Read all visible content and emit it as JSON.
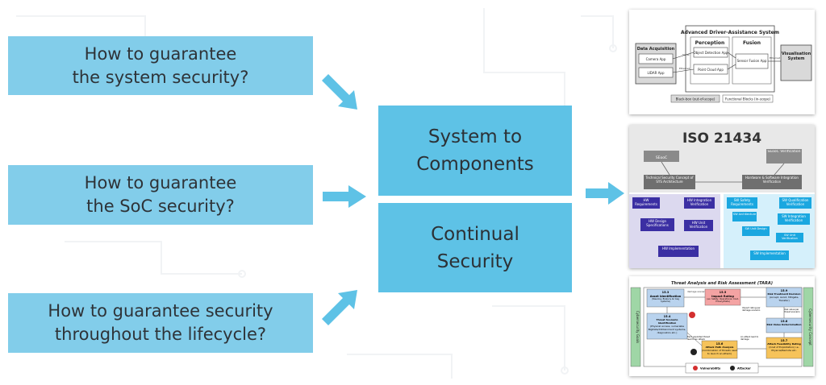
{
  "questions": [
    {
      "line1": "How to guarantee",
      "line2": "the system security?"
    },
    {
      "line1": "How to guarantee",
      "line2": "the SoC security?"
    },
    {
      "line1": "How to guarantee security",
      "line2": "throughout the lifecycle?"
    }
  ],
  "middle": [
    {
      "line1": "System to",
      "line2": "Components"
    },
    {
      "line1": "Continual",
      "line2": "Security"
    }
  ],
  "adas": {
    "title": "Advanced Driver-Assistance System",
    "data_acquisition": "Data Acquisition",
    "camera_app": "Camera App",
    "lidar_app": "LIDAR App",
    "perception": "Perception",
    "object_detection_app": "Object Detection App",
    "point_cloud_app": "Point Cloud App",
    "fusion": "Fusion",
    "sensor_fusion_app": "Sensor Fusion App",
    "visualisation": "Visualisation System",
    "serial": "Serial",
    "ethernet_1": "Ethernet",
    "ethernet_2": "Ethernet",
    "black_box": "Black-box (out-of-scope)",
    "functional_blocks": "Functional Blocks (in-scope)"
  },
  "iso": {
    "title": "ISO 21434",
    "sleoc": "SEooC",
    "sleoc_verification": "SEooC Verification",
    "tsc": "Technical Security Concept of SYS Architecture",
    "hw_sw_integration": "Hardware & Software Integration Verification",
    "hw_requirements": "HW Requirements",
    "hw_integration_verification": "HW Integration Verification",
    "hw_design_spec": "HW Design Specifications",
    "hw_unit_verification": "HW Unit Verification",
    "hw_implementation": "HW Implementation",
    "sw_safety_requirements": "SW Safety Requirements",
    "sw_qualification_verification": "SW Qualification Verification",
    "sw_architecture": "SW Architecture",
    "sw_integration_verification": "SW Integration Verification",
    "sw_unit_design": "SW Unit Design",
    "sw_unit_verification": "SW Unit Verification",
    "sw_implementation": "SW Implementation"
  },
  "tara": {
    "title": "Threat Analysis and Risk Assessment (TARA)",
    "left_side": "Cybersecurity Goals",
    "right_side": "Cybersecurity Concept",
    "asset_num": "15.3",
    "asset": "Asset Identification",
    "asset_sub": "(Steering, Brake & Air bag systems)",
    "damage": "damage scenarios",
    "impact_num": "15.5",
    "impact": "Impact Rating",
    "impact_sub": "(ex. Safety, Operational, Cost, Privacy/Data)",
    "risk_treat_num": "15.9",
    "risk_treat": "Risk Treatment Decision",
    "risk_treat_sub": "(Accept, Avoid, Mitigate, Transfer)",
    "threat_num": "15.4",
    "threat": "Threat Scenario Identification",
    "threat_sub": "(Physical access, vulnerable BigData/Infotainment systems, diagnostics etc.)",
    "impact_rating_note": "Impact rating per damage scenario",
    "risk_value_note": "Risk value per threat scenario",
    "risk_det_num": "15.8",
    "risk_det": "Risk Value Determination",
    "exploited": "Each exploited threat lead to an attack",
    "attack_path_num": "15.6",
    "attack_path": "Attack Path Analysis",
    "attack_path_sub": "(Combination of threats used to launch an attack)",
    "attack_leads": "An attack lead to damage",
    "feasibility_num": "15.7",
    "feasibility": "Attack Feasibility Rating",
    "feasibility_sub": "(Cost of Exploitation) i.e. Physical/Remote etc.",
    "vulnerability": "Vulnerability",
    "attacker": "Attacker"
  },
  "colors": {
    "question_box": "#82cdea",
    "middle_box": "#5ec2e6",
    "arrow": "#5ec2e6"
  }
}
